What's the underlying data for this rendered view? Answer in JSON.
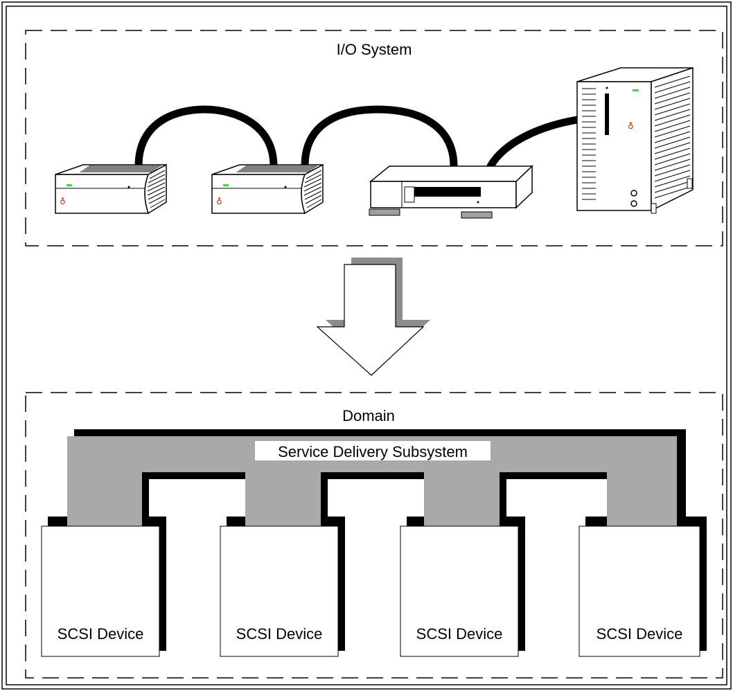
{
  "io_system": {
    "title": "I/O System",
    "devices": [
      {
        "kind": "external-disk-drive",
        "icon": "disk-drive-icon"
      },
      {
        "kind": "external-disk-drive",
        "icon": "disk-drive-icon"
      },
      {
        "kind": "tape-drive",
        "icon": "tape-drive-icon"
      },
      {
        "kind": "tower-computer",
        "icon": "tower-computer-icon"
      }
    ]
  },
  "arrow": {
    "direction": "down",
    "icon": "down-arrow-icon"
  },
  "domain": {
    "title": "Domain",
    "service_delivery_subsystem": "Service Delivery Subsystem",
    "devices": [
      {
        "label": "SCSI Device"
      },
      {
        "label": "SCSI Device"
      },
      {
        "label": "SCSI Device"
      },
      {
        "label": "SCSI Device"
      }
    ]
  },
  "colors": {
    "subsystem_fill": "#a9a9a9",
    "shadow": "#000000",
    "arrow_shadow": "#8c8c8c",
    "indicator_green": "#3ddc3d",
    "logo_red": "#cc2200"
  }
}
